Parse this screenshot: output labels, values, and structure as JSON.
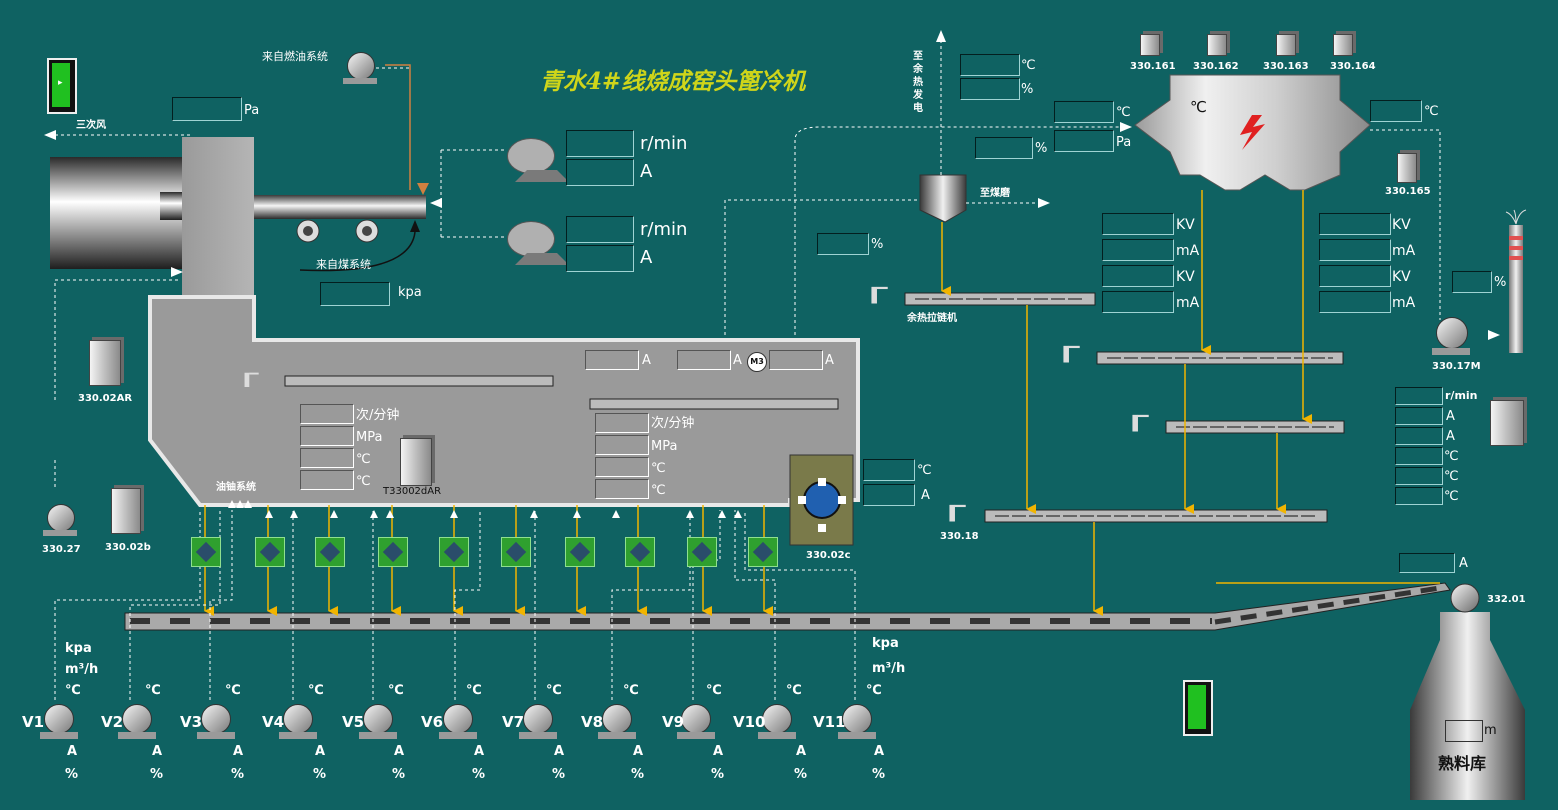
{
  "title": "青水4#线烧成窑头篦冷机",
  "labels": {
    "fuel_oil": "来自燃油系统",
    "coal": "来自煤系统",
    "tertiary_air": "三次风",
    "to_waste_heat": "至余热发电",
    "to_coal_mill": "至煤磨",
    "waste_heat_chain": "余热拉链机",
    "lube_system": "油铀系统",
    "clinker_silo": "熟料库",
    "waste_heat_vertical": [
      "至",
      "余",
      "热",
      "发",
      "电"
    ]
  },
  "units": {
    "pa": "Pa",
    "kpa": "kpa",
    "rmin": "r/min",
    "a": "A",
    "c": "℃",
    "pct": "%",
    "kv": "KV",
    "ma": "mA",
    "mpa": "MPa",
    "times_per_min": "次/分钟",
    "m3h": "m³/h",
    "m": "m",
    "m3": "M3"
  },
  "equipment_ids": {
    "c330_161": "330.161",
    "c330_162": "330.162",
    "c330_163": "330.163",
    "c330_164": "330.164",
    "c330_165": "330.165",
    "c330_17m": "330.17M",
    "c330_02ar": "330.02AR",
    "c330_02b": "330.02b",
    "c330_27": "330.27",
    "c330_02c": "330.02c",
    "c330_18": "330.18",
    "c332_01": "332.01",
    "t33002dar": "T33002dAR"
  },
  "fans": [
    "V1",
    "V2",
    "V3",
    "V4",
    "V5",
    "V6",
    "V7",
    "V8",
    "V9",
    "V10",
    "V11"
  ],
  "colors": {
    "background": "#0f6262",
    "title": "#cfd51a",
    "flow_arrow": "#f0b400",
    "machine": "#9a9a9a",
    "damper": "#2fa02f",
    "alarm_red": "#e02020"
  },
  "icons": [
    "door-icon",
    "fan-icon",
    "cabinet-icon",
    "motor-icon",
    "bolt-icon",
    "arrow-icon"
  ]
}
